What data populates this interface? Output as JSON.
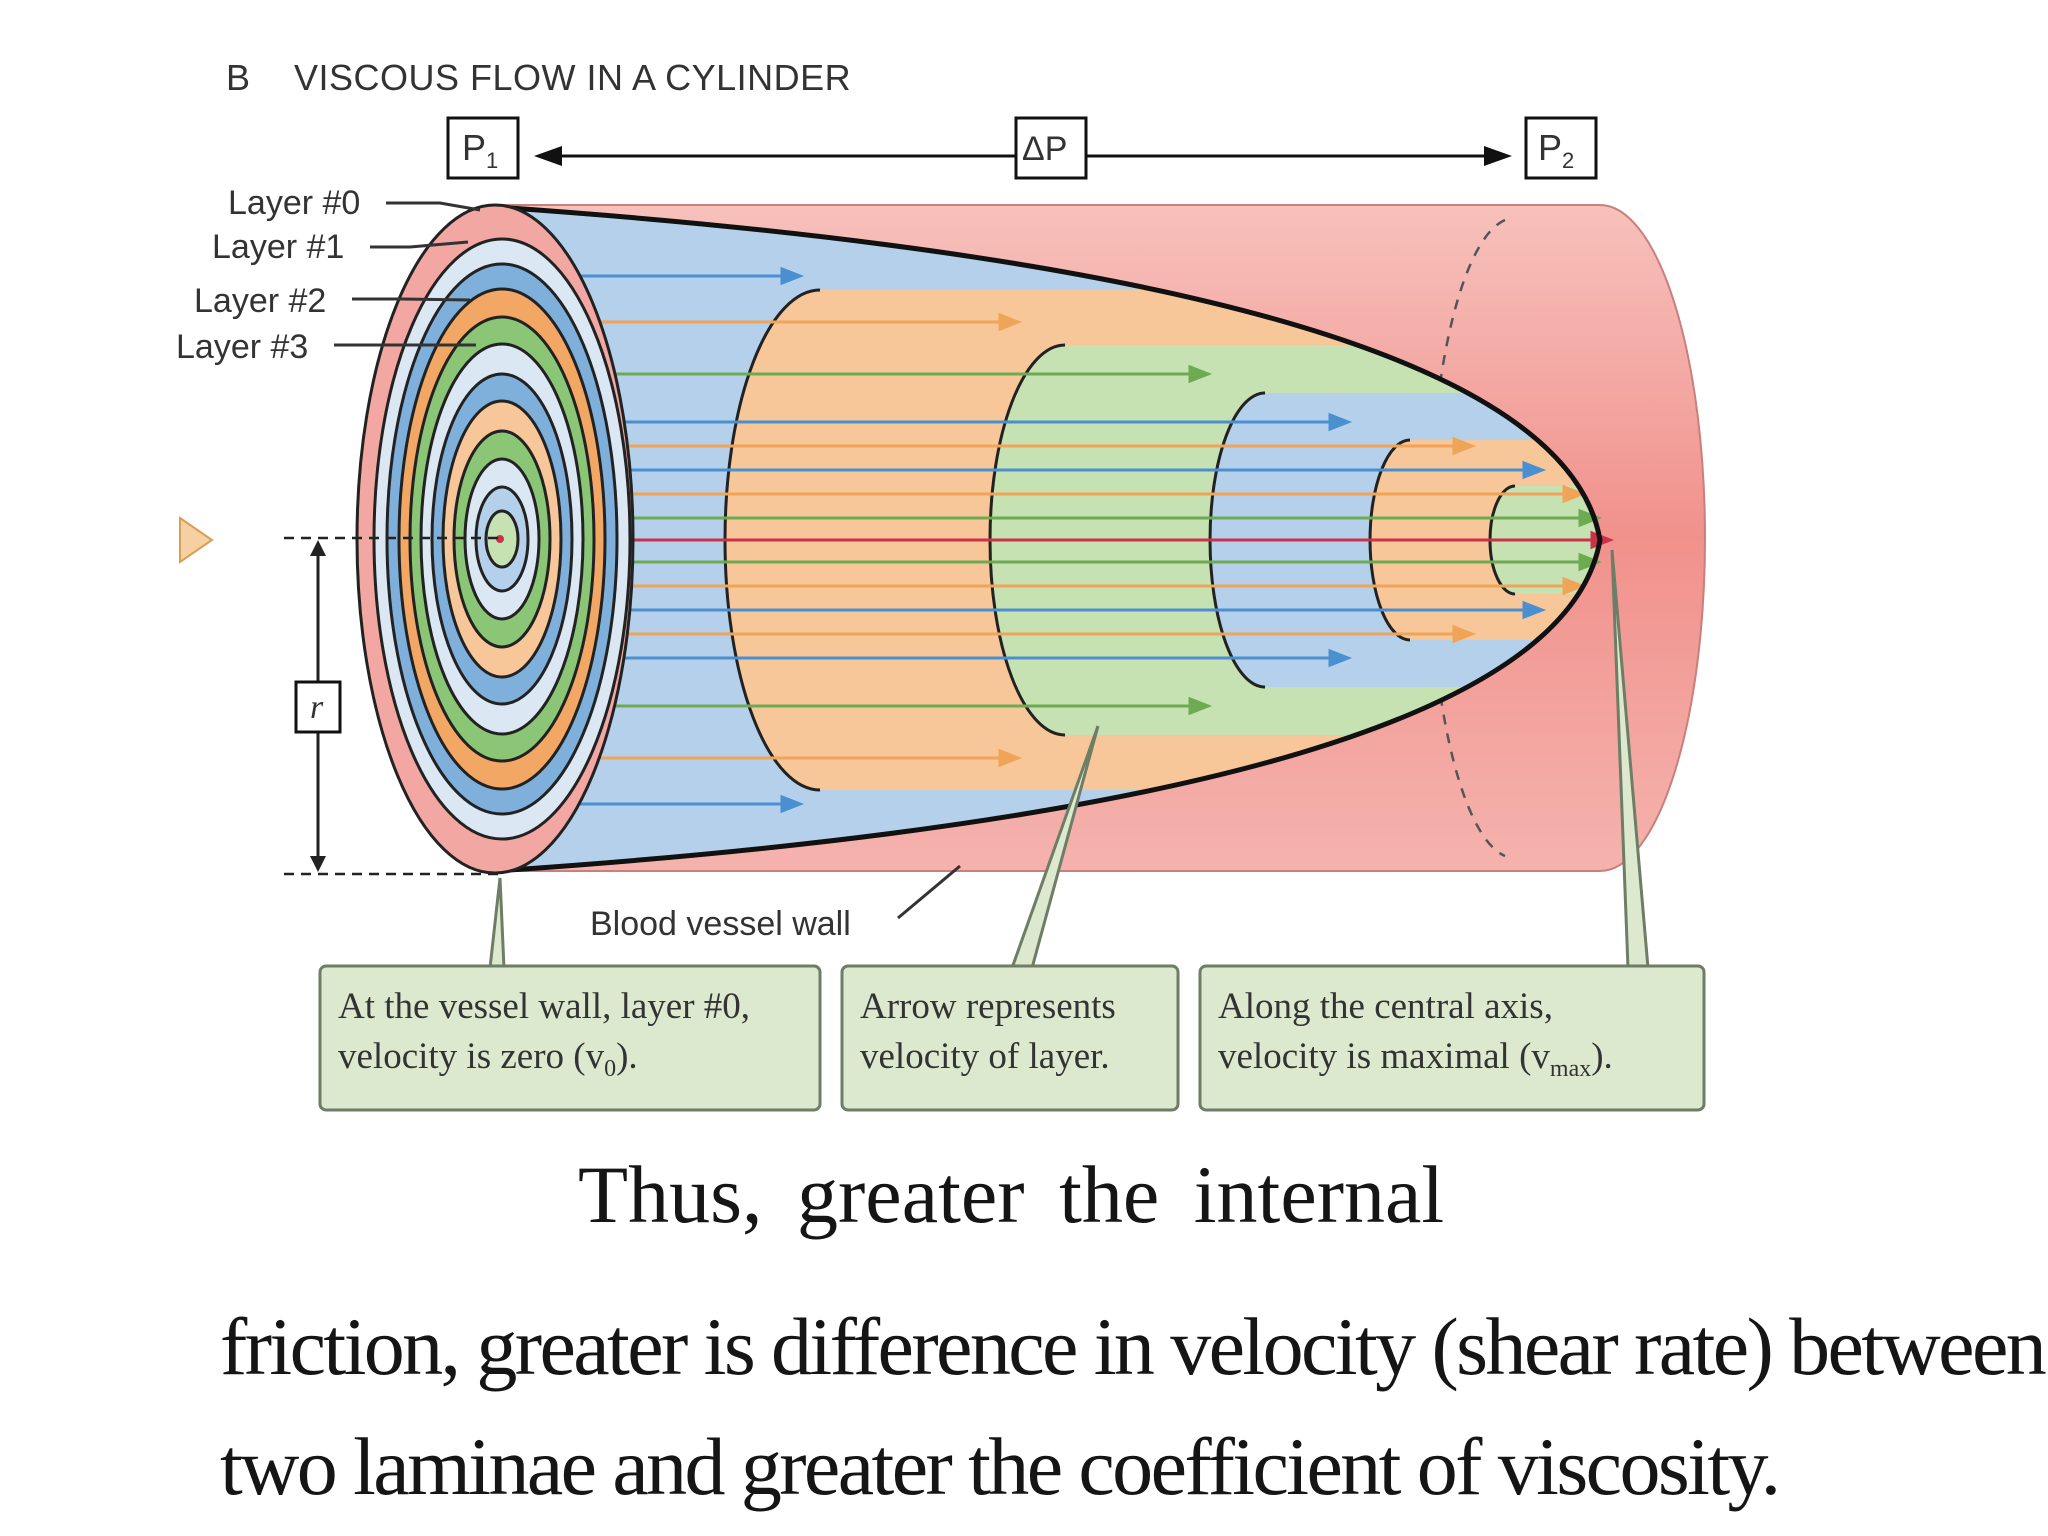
{
  "figure": {
    "panel_letter": "B",
    "title": "VISCOUS FLOW IN A CYLINDER",
    "pressure": {
      "p1": "P",
      "p1_sub": "1",
      "delta": "ΔP",
      "p2": "P",
      "p2_sub": "2"
    },
    "layers": [
      "Layer #0",
      "Layer #1",
      "Layer #2",
      "Layer #3"
    ],
    "radius_label": "r",
    "wall_label": "Blood vessel wall",
    "callouts": {
      "wall": {
        "line1": "At the vessel wall, layer #0,",
        "line2_prefix": "velocity is zero (v",
        "line2_sub": "0",
        "line2_suffix": ")."
      },
      "arrow": {
        "line1": "Arrow represents",
        "line2": "velocity of layer."
      },
      "axis": {
        "line1": "Along the central axis,",
        "line2_prefix": "velocity is maximal (v",
        "line2_sub": "max",
        "line2_suffix": ")."
      }
    },
    "colors": {
      "vessel": "#f2a7a2",
      "blue": "#b5d0ea",
      "orange": "#f7c79a",
      "green": "#c6e2b3",
      "axis_arrow": "#c8334a"
    }
  },
  "caption": {
    "line1": "Thus,  greater  the  internal",
    "line2": "friction, greater is difference in velocity (shear rate) between",
    "line3": "two laminae and greater the coefficient of viscosity."
  }
}
